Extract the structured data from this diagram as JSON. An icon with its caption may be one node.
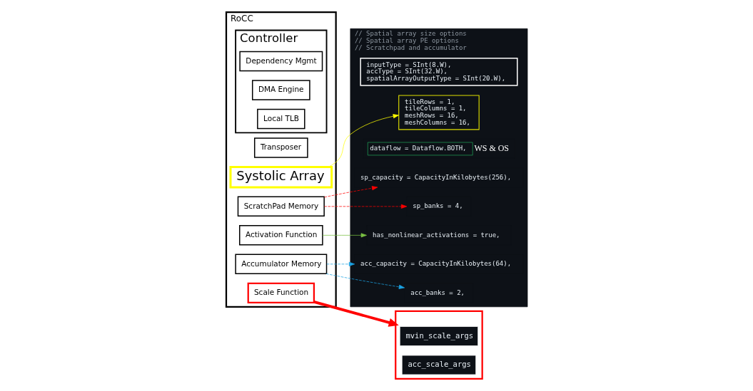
{
  "diagram": {
    "nodes": [
      {
        "text": [
          "RoCC"
        ]
      },
      {
        "text": [
          "Controller"
        ],
        "in": 0
      },
      {
        "text": [
          "Dependency Mgmt"
        ],
        "in": 1
      },
      {
        "text": [
          "DMA Engine"
        ],
        "in": 1
      },
      {
        "text": [
          "Local TLB"
        ],
        "in": 1
      },
      {
        "text": [
          "Transposer"
        ],
        "in": 0
      },
      {
        "text": [
          "Systolic Array"
        ],
        "in": 0
      },
      {
        "text": [
          "ScratchPad Memory"
        ],
        "in": 0
      },
      {
        "text": [
          "Activation Function"
        ],
        "in": 0
      },
      {
        "text": [
          "Accumulator Memory"
        ],
        "in": 0
      },
      {
        "text": [
          "Scale Function"
        ],
        "in": 0
      },
      {
        "text": [
          "// Spatial array size options",
          "// Spatial array PE options",
          "// Scratchpad and accumulator"
        ]
      },
      {
        "text": [
          "inputType = SInt(8.W),",
          "accType = SInt(32.W),",
          "spatialArrayOutputType = SInt(20.W),"
        ],
        "in": 11
      },
      {
        "text": [
          "tileRows = 1,",
          "tileColumns = 1,",
          "meshRows = 16,",
          "meshColumns = 16,"
        ],
        "in": 11
      },
      {
        "text": [
          "dataflow = Dataflow.BOTH,"
        ],
        "beside": [
          "WS & OS"
        ],
        "in": 11
      },
      {
        "text": [
          "sp_capacity = CapacityInKilobytes(256),"
        ],
        "in": 11
      },
      {
        "text": [
          "acc_capacity = CapacityInKilobytes(64),"
        ],
        "in": 11
      },
      {
        "text": [
          "sp_banks = 4,"
        ],
        "in": 11
      },
      {
        "text": [
          "acc_banks = 2,"
        ],
        "in": 11
      },
      {
        "text": [
          "has_nonlinear_activations = true,"
        ],
        "in": 11
      },
      {
        "text": [],
        "shape": "box"
      },
      {
        "text": [
          "mvin_scale_args"
        ],
        "in": 20
      },
      {
        "text": [
          "acc_scale_args"
        ],
        "in": 20
      }
    ],
    "edges": [
      {
        "from": 6,
        "to": 13,
        "arrow": "to",
        "color": "#ffff00"
      },
      {
        "from": 7,
        "to": 15,
        "arrow": "to",
        "style": "dashed",
        "color": "#ff0000"
      },
      {
        "from": 7,
        "to": 17,
        "arrow": "to",
        "style": "dashed",
        "color": "#ff0000"
      },
      {
        "from": 9,
        "to": 16,
        "arrow": "to",
        "style": "dashed",
        "color": "#1ba1e2"
      },
      {
        "from": 9,
        "to": 18,
        "arrow": "to",
        "style": "dashed",
        "color": "#1ba1e2"
      },
      {
        "from": 8,
        "to": 19,
        "arrow": "to",
        "color": "#7ac143"
      },
      {
        "from": 10,
        "to": 20,
        "arrow": "to",
        "style": "thick",
        "color": "#ff0000"
      }
    ]
  }
}
